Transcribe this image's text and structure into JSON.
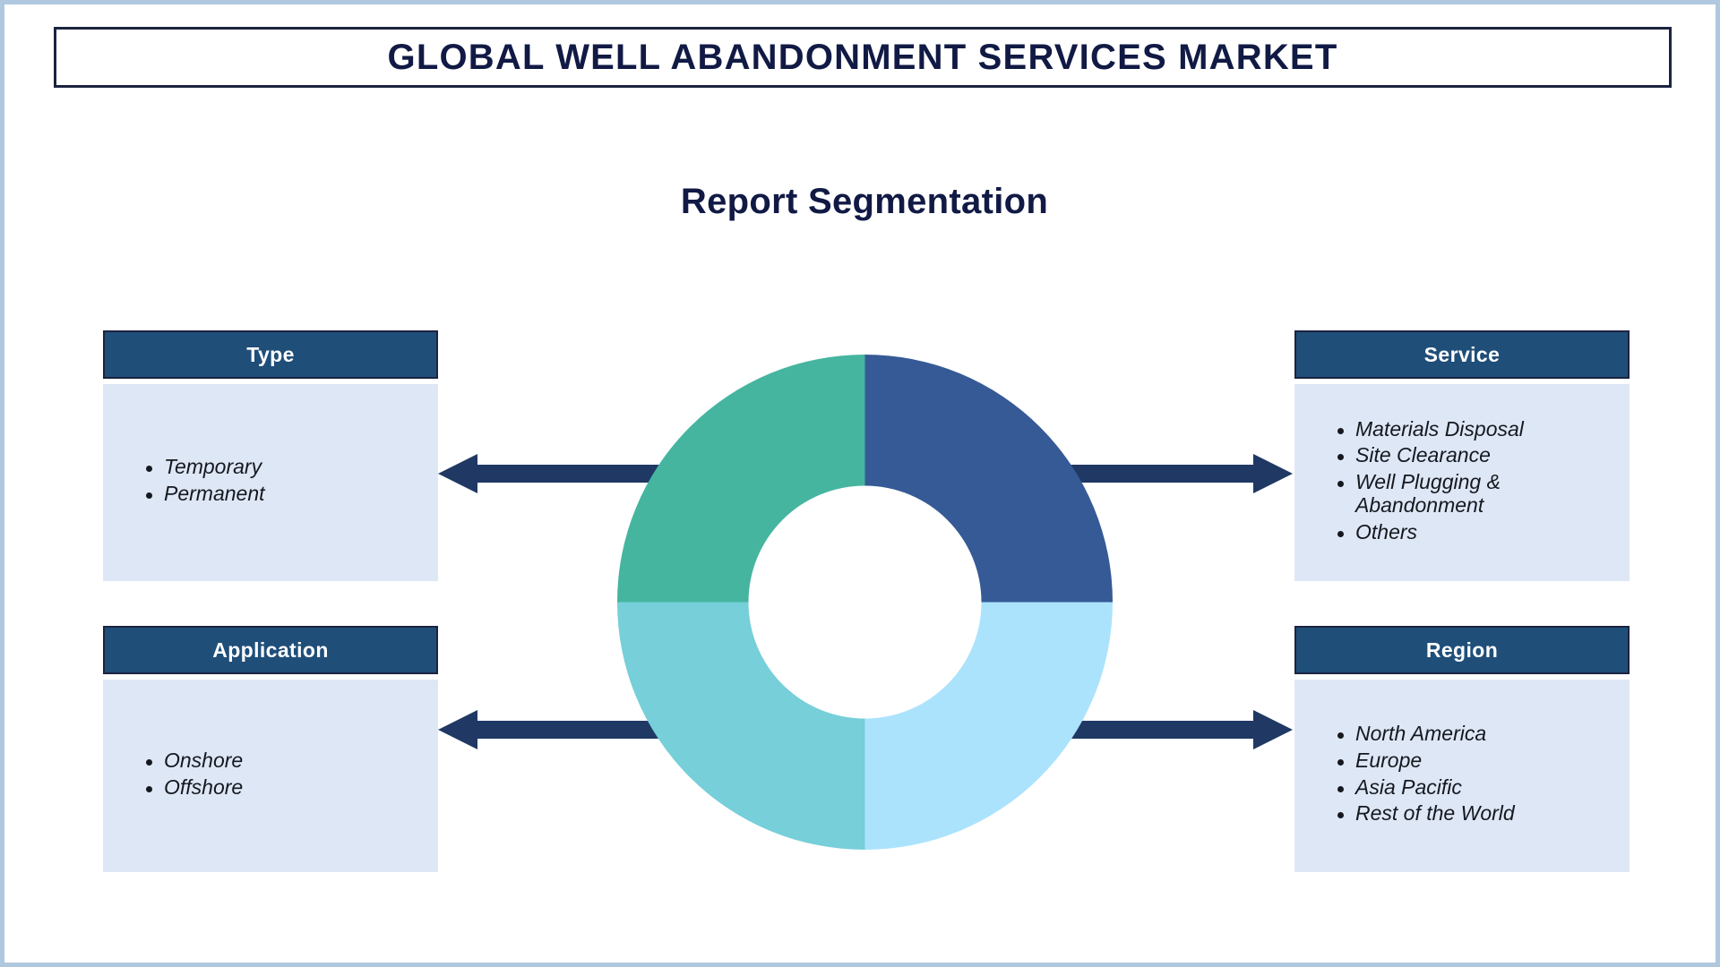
{
  "title": "GLOBAL WELL ABANDONMENT SERVICES MARKET",
  "subtitle": "Report Segmentation",
  "colors": {
    "page_border": "#afc8de",
    "title_border": "#1c2340",
    "title_text": "#111a44",
    "header_fill": "#1f4e79",
    "header_text": "#ffffff",
    "body_fill": "#dee7f6",
    "body_text": "#15181f",
    "arrow": "#1f3864",
    "donut_top_right": "#355a96",
    "donut_bottom_right": "#ace3fc",
    "donut_bottom_left": "#76cfd9",
    "donut_top_left": "#45b5a0",
    "donut_hole": "#ffffff"
  },
  "segments": {
    "type": {
      "header": "Type",
      "items": [
        "Temporary",
        "Permanent"
      ]
    },
    "application": {
      "header": "Application",
      "items": [
        "Onshore",
        "Offshore"
      ]
    },
    "service": {
      "header": "Service",
      "items": [
        "Materials Disposal",
        "Site Clearance",
        "Well Plugging & Abandonment",
        "Others"
      ]
    },
    "region": {
      "header": "Region",
      "items": [
        "North America",
        "Europe",
        "Asia Pacific",
        "Rest of the World"
      ]
    }
  },
  "arrows": [
    {
      "name": "arrow-to-type",
      "direction": "left"
    },
    {
      "name": "arrow-to-application",
      "direction": "left"
    },
    {
      "name": "arrow-to-service",
      "direction": "right"
    },
    {
      "name": "arrow-to-region",
      "direction": "right"
    }
  ],
  "chart_data": {
    "type": "pie",
    "variant": "donut",
    "title": "Report Segmentation",
    "categories": [
      "Service",
      "Region",
      "Application",
      "Type"
    ],
    "values": [
      25,
      25,
      25,
      25
    ],
    "units": "percent",
    "slice_colors": [
      "#355a96",
      "#ace3fc",
      "#76cfd9",
      "#45b5a0"
    ],
    "slice_positions": [
      "top-right",
      "bottom-right",
      "bottom-left",
      "top-left"
    ],
    "start_angle_deg": 0,
    "direction": "clockwise",
    "inner_radius_ratio": 0.47,
    "labels_shown": false,
    "legend": "none",
    "grid": false
  }
}
